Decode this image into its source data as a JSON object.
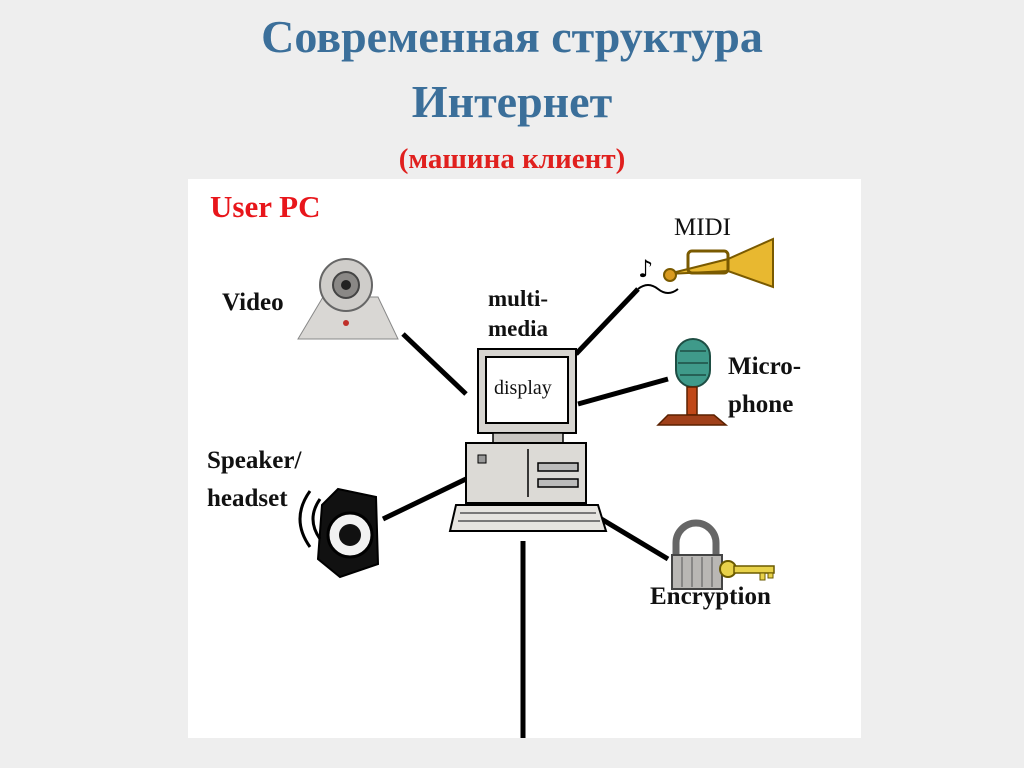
{
  "slide": {
    "title_line1": "Современная структура",
    "title_line2": "Интернет",
    "subtitle": "(машина клиент)"
  },
  "diagram": {
    "heading": "User PC",
    "video": "Video",
    "multimedia_line1": "multi-",
    "multimedia_line2": "media",
    "display": "display",
    "midi": "MIDI",
    "microphone_line1": "Micro-",
    "microphone_line2": "phone",
    "speaker_line1": "Speaker/",
    "speaker_line2": "headset",
    "encryption": "Encryption"
  },
  "colors": {
    "title": "#3b6f9a",
    "subtitle": "#e0201e",
    "heading": "#e8161b"
  }
}
